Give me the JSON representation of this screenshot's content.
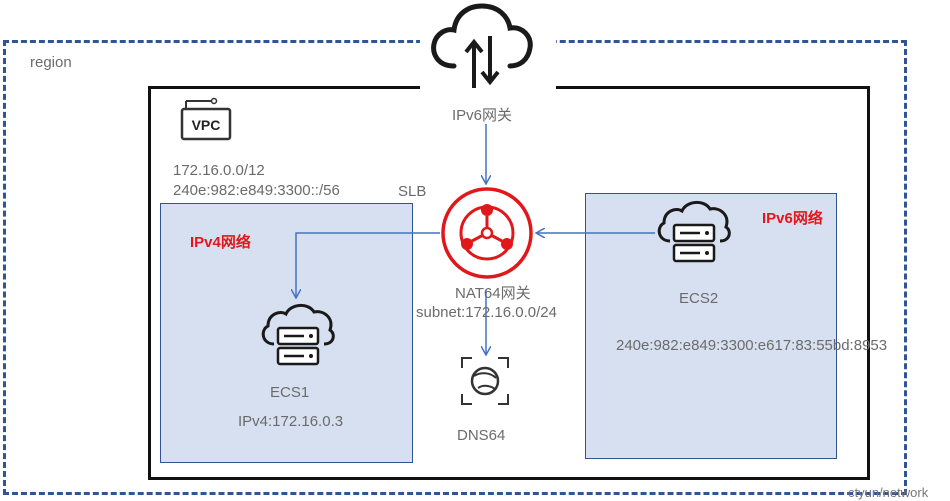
{
  "region_label": "region",
  "vpc": {
    "icon_text": "VPC",
    "cidr_v4": "172.16.0.0/12",
    "cidr_v6": "240e:982:e849:3300::/56"
  },
  "slb_label": "SLB",
  "ipv6_gateway_label": "IPv6网关",
  "nat64": {
    "name": "NAT64网关",
    "subnet": "subnet:172.16.0.0/24"
  },
  "dns64_label": "DNS64",
  "ipv4_network": {
    "title": "IPv4网络",
    "host_name": "ECS1",
    "host_ip": "IPv4:172.16.0.3"
  },
  "ipv6_network": {
    "title": "IPv6网络",
    "host_name": "ECS2",
    "host_ip": "240e:982:e849:3300:e617:83:55bd:8953"
  },
  "watermark": "ctyun/network",
  "colors": {
    "region_border": "#2f5597",
    "network_fill": "#d6e0f0",
    "accent_red": "#e0181c",
    "arrow": "#4472c4"
  }
}
